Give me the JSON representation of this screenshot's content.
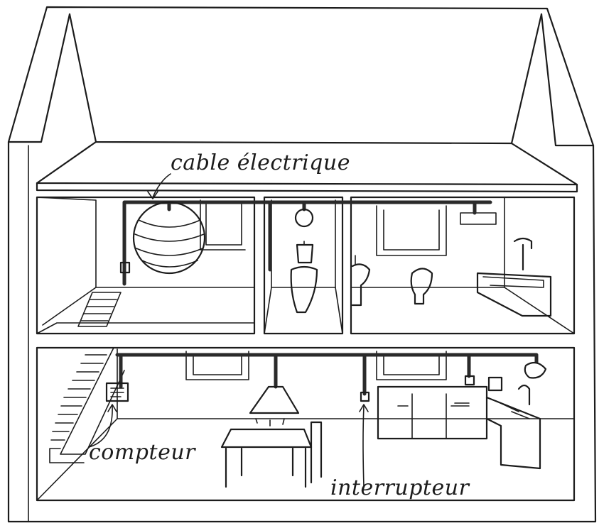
{
  "labels": {
    "cable": "cable électrique",
    "meter": "compteur",
    "switch": "interrupteur"
  },
  "colors": {
    "ink": "#1c1c1c",
    "background": "#ffffff"
  }
}
